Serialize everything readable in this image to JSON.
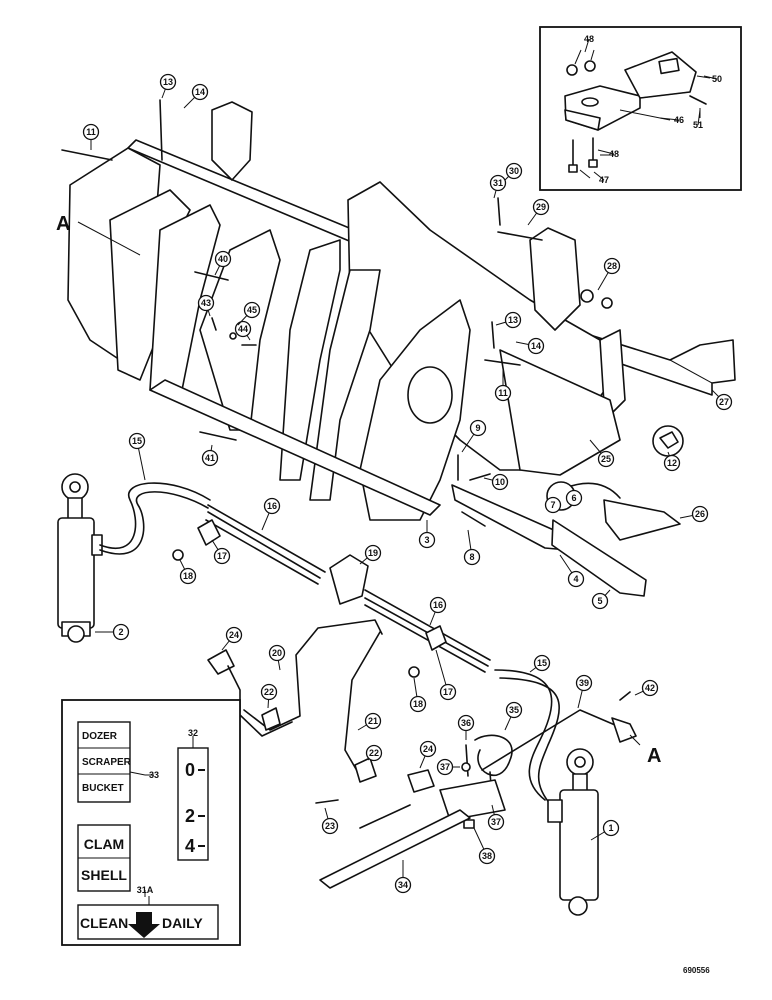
{
  "diagram": {
    "figure_number": "690556",
    "view_markers": [
      "A",
      "A"
    ],
    "callouts": {
      "c1": "1",
      "c2": "2",
      "c3": "3",
      "c4": "4",
      "c5": "5",
      "c6": "6",
      "c7": "7",
      "c8": "8",
      "c9": "9",
      "c10": "10",
      "c11a": "11",
      "c11b": "11",
      "c12": "12",
      "c13a": "13",
      "c13b": "13",
      "c14a": "14",
      "c14b": "14",
      "c15a": "15",
      "c15b": "15",
      "c16a": "16",
      "c16b": "16",
      "c17a": "17",
      "c17b": "17",
      "c18a": "18",
      "c18b": "18",
      "c19": "19",
      "c20": "20",
      "c21": "21",
      "c22a": "22",
      "c22b": "22",
      "c23": "23",
      "c24a": "24",
      "c24b": "24",
      "c25": "25",
      "c26": "26",
      "c27": "27",
      "c28": "28",
      "c29": "29",
      "c30": "30",
      "c31": "31",
      "c31A": "31A",
      "c32": "32",
      "c33": "33",
      "c34": "34",
      "c35": "35",
      "c36": "36",
      "c37a": "37",
      "c37b": "37",
      "c38": "38",
      "c39": "39",
      "c40": "40",
      "c41": "41",
      "c42": "42",
      "c43": "43",
      "c44": "44",
      "c45": "45",
      "c46": "46",
      "c47": "47",
      "c48a": "48",
      "c48b": "48",
      "c50": "50",
      "c51": "51"
    },
    "decal_modes": {
      "dozer": "DOZER",
      "scraper": "SCRAPER",
      "bucket": "BUCKET",
      "clam": "CLAM",
      "shell": "SHELL"
    },
    "gauge_ticks": [
      "0",
      "2",
      "4"
    ],
    "clean_decal": {
      "left": "CLEAN",
      "right": "DAILY"
    }
  }
}
